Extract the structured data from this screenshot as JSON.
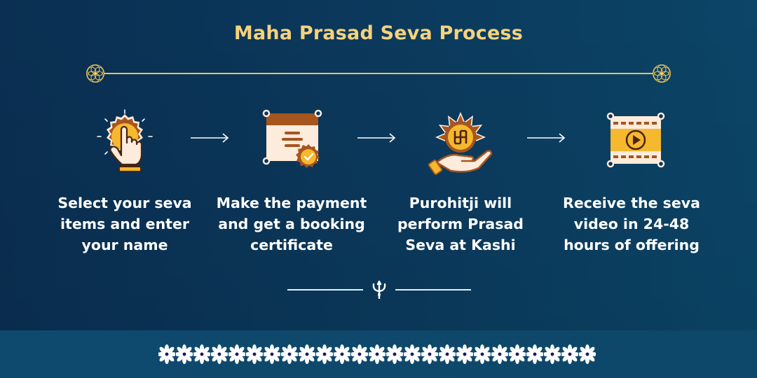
{
  "title": "Maha Prasad Seva Process",
  "colors": {
    "background": "#0a3356",
    "title_gold": "#f6d27c",
    "accent_gold": "#e8c35a",
    "icon_orange": "#f5b82e",
    "icon_brown": "#a6551f",
    "icon_cream": "#fdebdc",
    "band": "#0e4a6e"
  },
  "steps": [
    {
      "icon": "tap-finger-icon",
      "label": "Select your seva items and enter your name",
      "lines": [
        "Select your seva",
        "items and enter",
        "your name"
      ]
    },
    {
      "icon": "certificate-icon",
      "label": "Make the payment and get a booking certificate",
      "lines": [
        "Make the payment",
        "and get a booking",
        "certificate"
      ]
    },
    {
      "icon": "swastik-offering-icon",
      "label": "Purohitji will perform Prasad Seva at Kashi",
      "lines": [
        "Purohitji will",
        "perform Prasad",
        "Seva at Kashi"
      ]
    },
    {
      "icon": "video-film-icon",
      "label": "Receive the seva video in 24-48 hours of offering",
      "lines": [
        "Receive the seva",
        "video in 24-48",
        "hours of offering"
      ]
    }
  ],
  "arrows": [
    "arrow-right-icon",
    "arrow-right-icon",
    "arrow-right-icon"
  ],
  "ornaments": {
    "top_divider": "mandala-divider",
    "bottom_divider": "trishul-divider",
    "footer_flower_count": 25
  }
}
